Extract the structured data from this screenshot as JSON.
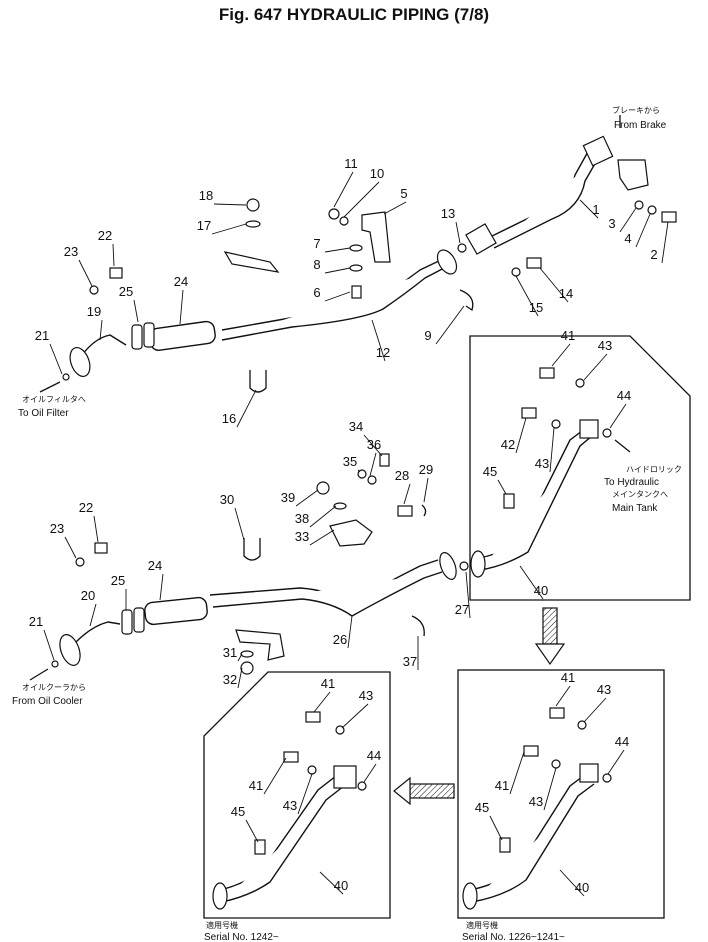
{
  "title": "Fig. 647   HYDRAULIC  PIPING (7/8)",
  "captions": {
    "from_brake_jp": "ブレーキから",
    "from_brake": "From Brake",
    "to_oil_filter_jp": "オイルフィルタへ",
    "to_oil_filter": "To Oil Filter",
    "to_hydraulic_jp": "ハイドロリック",
    "to_hydraulic": "To Hydraulic",
    "main_tank_jp": "メインタンクへ",
    "main_tank": "Main Tank",
    "from_oil_cooler_jp": "オイルクーラから",
    "from_oil_cooler": "From Oil Cooler",
    "serial_late_jp": "適用号機",
    "serial_late": "Serial No. 1242~",
    "serial_early_jp": "適用号機",
    "serial_early": "Serial No. 1226~1241~"
  },
  "callouts": [
    {
      "label": "11"
    },
    {
      "label": "10"
    },
    {
      "label": "5"
    },
    {
      "label": "18"
    },
    {
      "label": "17"
    },
    {
      "label": "7"
    },
    {
      "label": "8"
    },
    {
      "label": "6"
    },
    {
      "label": "13"
    },
    {
      "label": "1"
    },
    {
      "label": "3"
    },
    {
      "label": "4"
    },
    {
      "label": "2"
    },
    {
      "label": "14"
    },
    {
      "label": "15"
    },
    {
      "label": "9"
    },
    {
      "label": "12"
    },
    {
      "label": "22"
    },
    {
      "label": "23"
    },
    {
      "label": "25"
    },
    {
      "label": "24"
    },
    {
      "label": "19"
    },
    {
      "label": "21"
    },
    {
      "label": "16"
    },
    {
      "label": "41"
    },
    {
      "label": "43"
    },
    {
      "label": "44"
    },
    {
      "label": "42"
    },
    {
      "label": "43"
    },
    {
      "label": "45"
    },
    {
      "label": "40"
    },
    {
      "label": "34"
    },
    {
      "label": "36"
    },
    {
      "label": "35"
    },
    {
      "label": "28"
    },
    {
      "label": "29"
    },
    {
      "label": "39"
    },
    {
      "label": "38"
    },
    {
      "label": "33"
    },
    {
      "label": "30"
    },
    {
      "label": "22"
    },
    {
      "label": "23"
    },
    {
      "label": "25"
    },
    {
      "label": "24"
    },
    {
      "label": "20"
    },
    {
      "label": "21"
    },
    {
      "label": "26"
    },
    {
      "label": "27"
    },
    {
      "label": "31"
    },
    {
      "label": "32"
    },
    {
      "label": "37"
    },
    {
      "label": "41"
    },
    {
      "label": "43"
    },
    {
      "label": "44"
    },
    {
      "label": "41"
    },
    {
      "label": "43"
    },
    {
      "label": "45"
    },
    {
      "label": "40"
    },
    {
      "label": "41"
    },
    {
      "label": "43"
    },
    {
      "label": "44"
    },
    {
      "label": "41"
    },
    {
      "label": "43"
    },
    {
      "label": "45"
    },
    {
      "label": "40"
    }
  ]
}
